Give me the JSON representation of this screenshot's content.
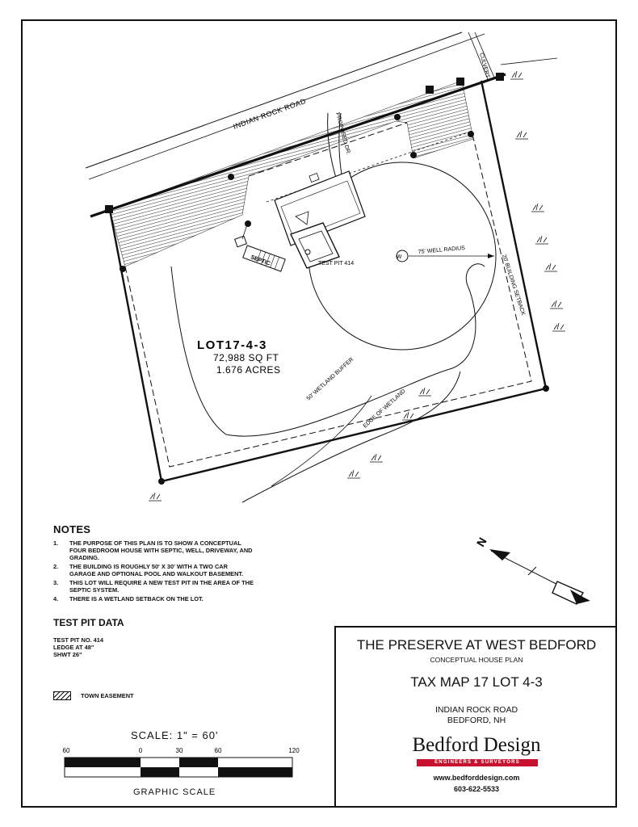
{
  "site_plan": {
    "road_name": "INDIAN ROCK ROAD",
    "culvert_label": "CULVERT",
    "driveway_label": "PROPOSED DR.",
    "septic_label": "SEPTIC",
    "test_pit_label": "TEST PIT 414",
    "well_symbol": "W",
    "well_radius_label": "75' WELL RADIUS",
    "setback_label": "20' BUILDING SETBACK",
    "wetland_buffer_label": "50' WETLAND BUFFER",
    "wetland_edge_label": "EDGE OF WETLAND",
    "lot_id": "LOT17-4-3",
    "lot_area_sqft": "72,988 SQ FT",
    "lot_area_acres": "1.676 ACRES",
    "north_label": "N"
  },
  "notes": {
    "title": "NOTES",
    "items": [
      {
        "num": "1.",
        "text": "THE PURPOSE OF THIS PLAN IS TO SHOW A CONCEPTUAL FOUR BEDROOM HOUSE WITH SEPTIC, WELL, DRIVEWAY, AND GRADING."
      },
      {
        "num": "2.",
        "text": "THE BUILDING IS ROUGHLY 50' X 30' WITH A TWO CAR GARAGE AND OPTIONAL POOL AND WALKOUT BASEMENT."
      },
      {
        "num": "3.",
        "text": "THIS LOT WILL REQUIRE A NEW TEST PIT IN THE AREA OF THE SEPTIC SYSTEM."
      },
      {
        "num": "4.",
        "text": "THERE IS A WETLAND SETBACK ON THE LOT."
      }
    ]
  },
  "test_pit": {
    "title": "TEST PIT DATA",
    "lines": [
      "TEST PIT NO. 414",
      "LEDGE AT 48\"",
      "SHWT 26\""
    ]
  },
  "legend": {
    "easement_label": "TOWN EASEMENT"
  },
  "scale": {
    "text": "SCALE:  1\"  =  60'",
    "ticks": [
      "60",
      "0",
      "30",
      "60",
      "120"
    ],
    "caption": "GRAPHIC   SCALE"
  },
  "title_block": {
    "project": "THE PRESERVE AT WEST BEDFORD",
    "subtitle": "CONCEPTUAL HOUSE PLAN",
    "tax_map": "TAX MAP 17 LOT 4-3",
    "road": "INDIAN ROCK ROAD",
    "town": "BEDFORD, NH",
    "firm": "Bedford Design",
    "firm_tagline": "ENGINEERS & SURVEYORS",
    "website": "www.bedforddesign.com",
    "phone": "603-622-5533"
  },
  "colors": {
    "ink": "#111111",
    "accent": "#c6102e"
  }
}
